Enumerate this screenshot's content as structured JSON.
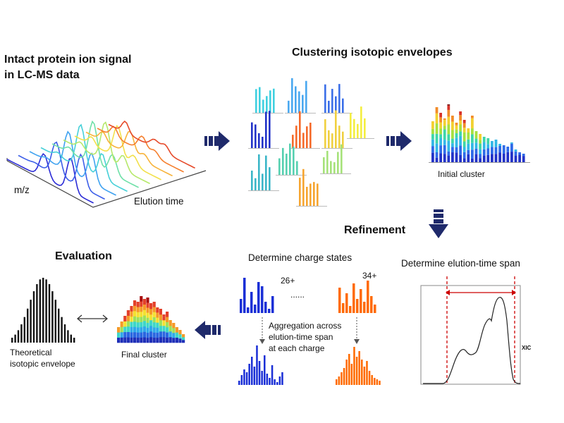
{
  "titles": {
    "intact_line1": "Intact protein ion signal",
    "intact_line2": "in LC-MS data",
    "clustering": "Clustering isotopic envelopes",
    "refinement": "Refinement",
    "evaluation": "Evaluation"
  },
  "panel1": {
    "axis_mz": "m/z",
    "axis_elution": "Elution time"
  },
  "panel2": {
    "initial_cluster_label": "Initial cluster"
  },
  "charge": {
    "title": "Determine charge states",
    "charge_low": "26+",
    "charge_high": "34+",
    "ellipsis": "......",
    "aggregation_line1": "Aggregation across",
    "aggregation_line2": "elution-time span",
    "aggregation_line3": "at each charge"
  },
  "elution": {
    "title": "Determine elution-time span",
    "xic_label": "XIC"
  },
  "evaluation": {
    "final_cluster_label": "Final cluster",
    "theoretical_line1": "Theoretical",
    "theoretical_line2": "isotopic envelope"
  },
  "colors": {
    "arrow_navy": "#1f2a6b",
    "charge_blue": "#1a2fd6",
    "charge_orange": "#ff6a00",
    "guide_red": "#cc0000",
    "xic_trace": "#222222"
  }
}
